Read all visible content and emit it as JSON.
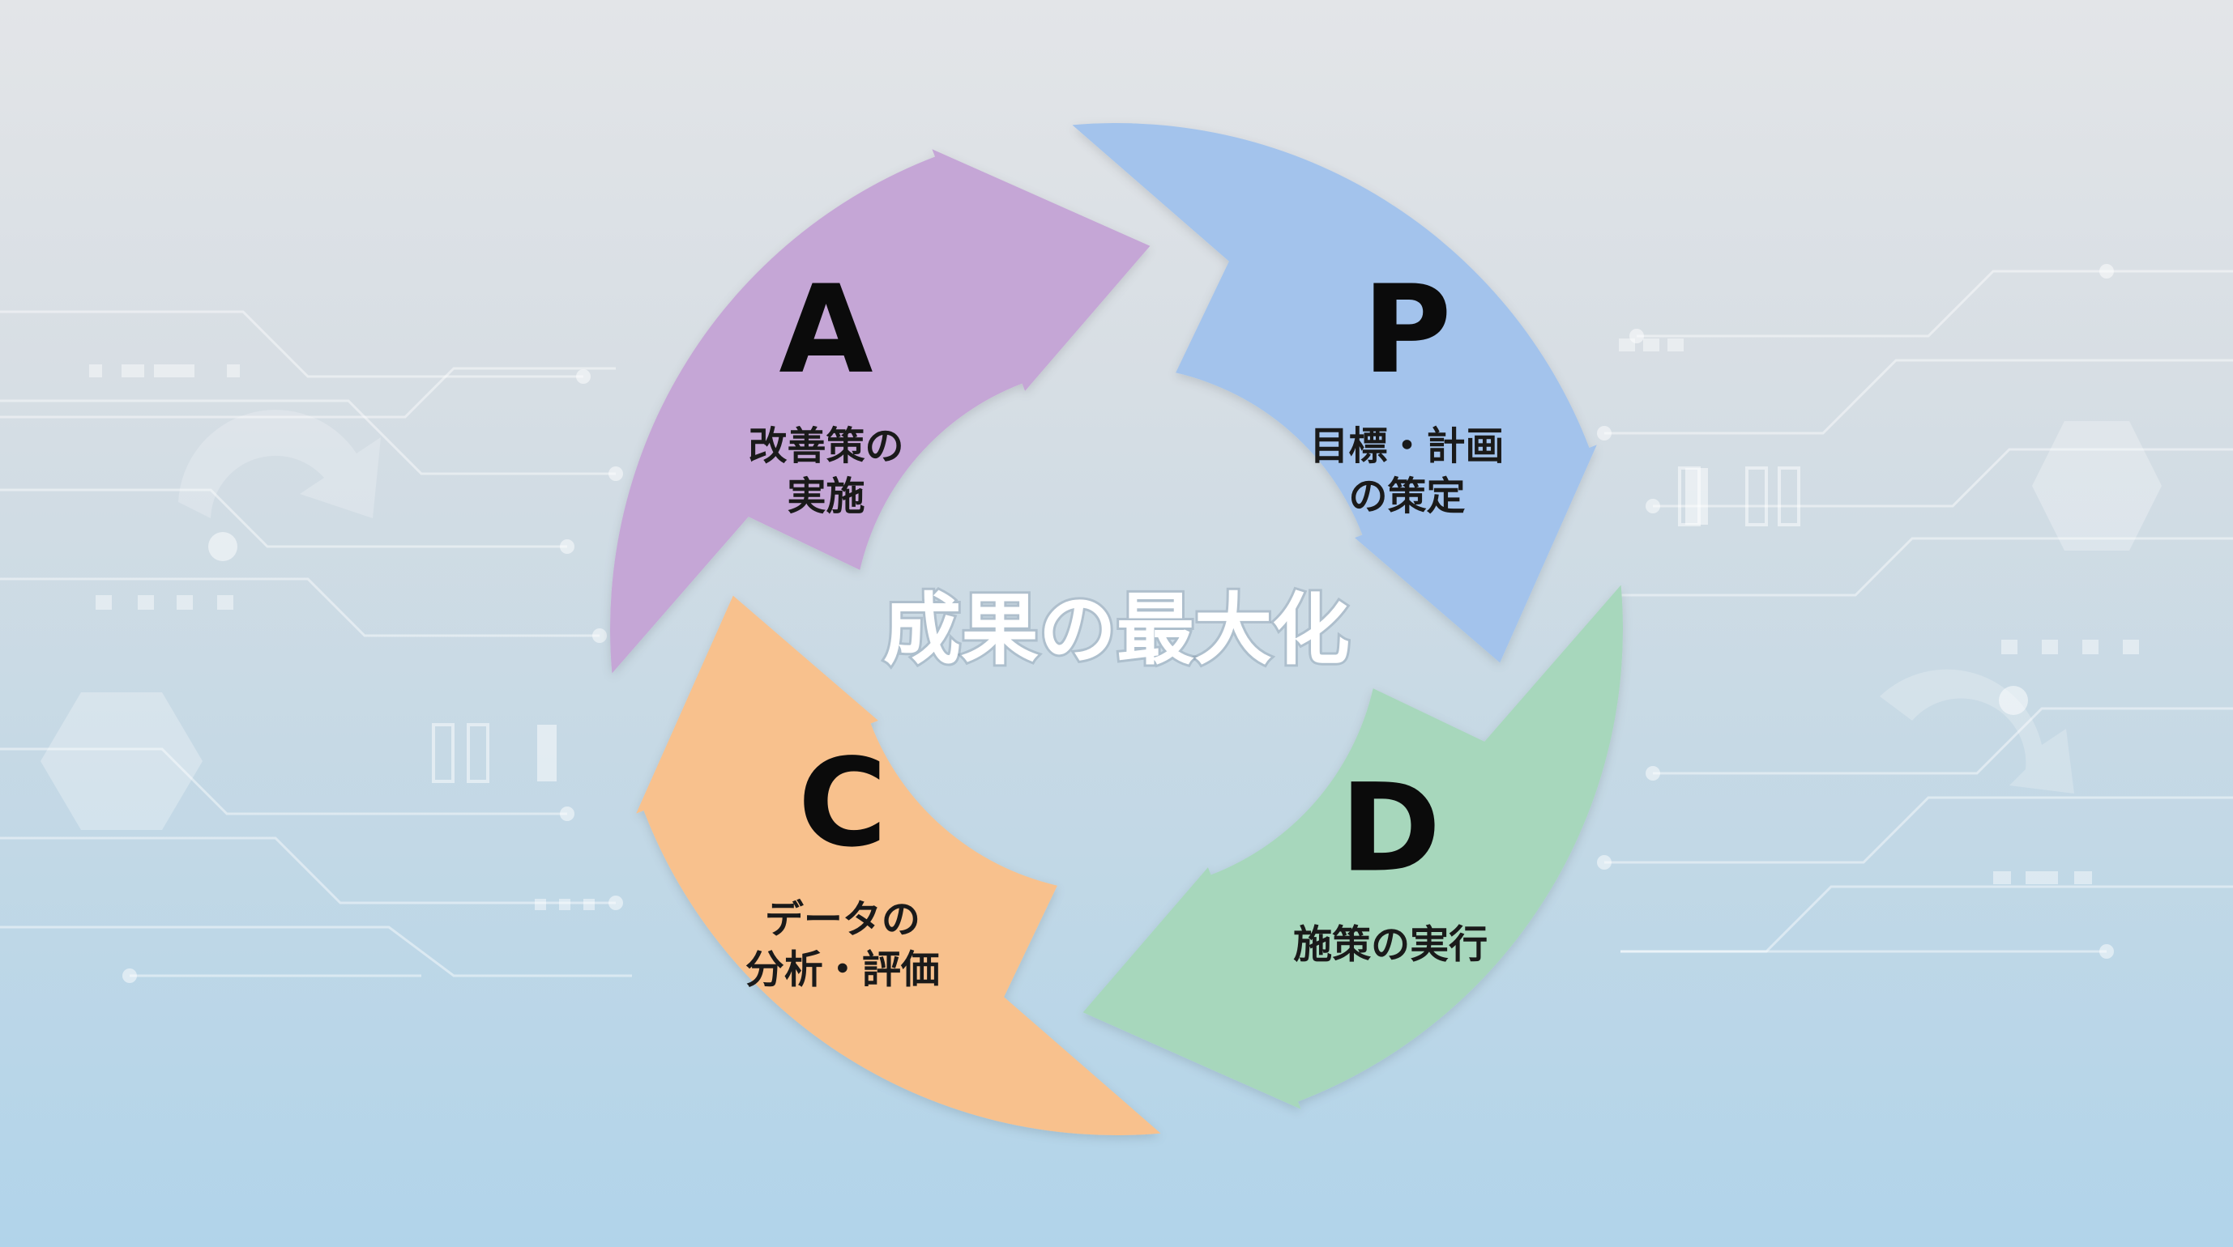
{
  "diagram": {
    "center_label": "成果の最大化",
    "phases": [
      {
        "id": "p",
        "letter": "P",
        "desc_lines": [
          "目標・計画",
          "の策定"
        ],
        "color": "#a3c3ec"
      },
      {
        "id": "d",
        "letter": "D",
        "desc_lines": [
          "施策の実行"
        ],
        "color": "#a7d7bc"
      },
      {
        "id": "c",
        "letter": "C",
        "desc_lines": [
          "データの",
          "分析・評価"
        ],
        "color": "#f8c18d"
      },
      {
        "id": "a",
        "letter": "A",
        "desc_lines": [
          "改善策の",
          "実施"
        ],
        "color": "#c5a6d6"
      }
    ]
  }
}
